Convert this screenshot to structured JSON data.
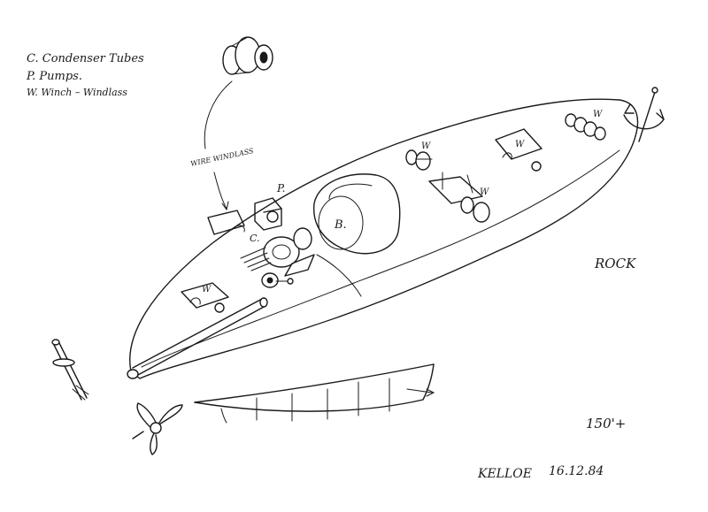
{
  "legend": {
    "line1": "C. Condenser Tubes",
    "line2": "P. Pumps.",
    "line3": "W. Winch – Windlass"
  },
  "callouts": {
    "wire_windlass": "WIRE WINDLASS",
    "pump": "P.",
    "condenser": "C.",
    "boiler": "B.",
    "winch": "W"
  },
  "seabed_label": "ROCK",
  "length_label": "150'+",
  "signature": {
    "name": "KELLOE",
    "date": "16.12.84"
  },
  "ink_color": "#1a1a1a"
}
